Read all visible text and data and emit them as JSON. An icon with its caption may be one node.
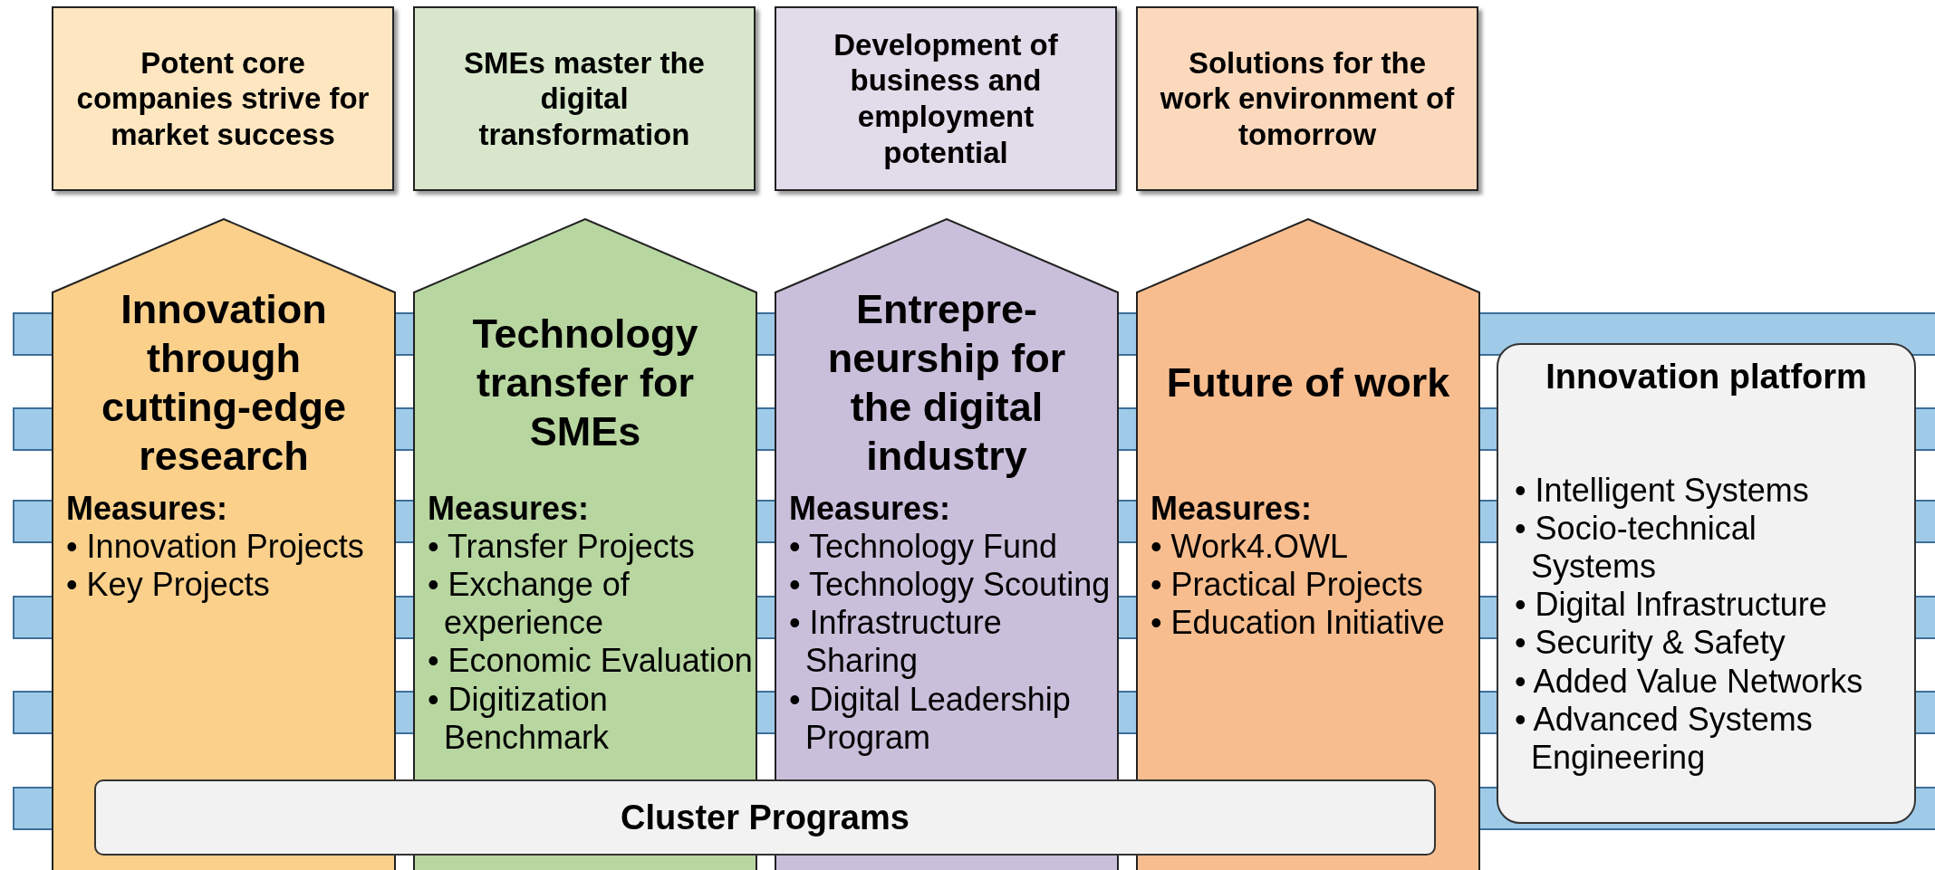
{
  "diagram": {
    "nodes": [
      {
        "text": [
          "Potent core companies strive for market success"
        ]
      },
      {
        "text": [
          "SMEs master the digital transformation"
        ]
      },
      {
        "text": [
          "Development of business and employment potential"
        ]
      },
      {
        "text": [
          "Solutions for the work environment of tomorrow"
        ]
      },
      {
        "text": [
          "Innovation through cutting-edge research",
          "Measures:",
          "• Innovation Projects",
          "• Key Projects"
        ]
      },
      {
        "text": [
          "Technology transfer for SMEs",
          "Measures:",
          "• Transfer Projects",
          "• Exchange of experience",
          "• Economic Evaluation",
          "• Digitization Benchmark"
        ]
      },
      {
        "text": [
          "Entrepre-neurship for the digital industry",
          "Measures:",
          "• Technology Fund",
          "• Technology Scouting",
          "• Infrastructure Sharing",
          "• Digital Leadership Program"
        ]
      },
      {
        "text": [
          "Future of work",
          "Measures:",
          "• Work4.OWL",
          "• Practical Projects",
          "• Education Initiative"
        ]
      },
      {
        "text": [
          "Innovation platform",
          "• Intelligent Systems",
          "• Socio-technical Systems",
          "• Digital Infrastructure",
          "• Security & Safety",
          "• Added Value Networks",
          "• Advanced Systems Engineering"
        ]
      },
      {
        "text": [
          "Cluster Programs"
        ]
      }
    ]
  }
}
